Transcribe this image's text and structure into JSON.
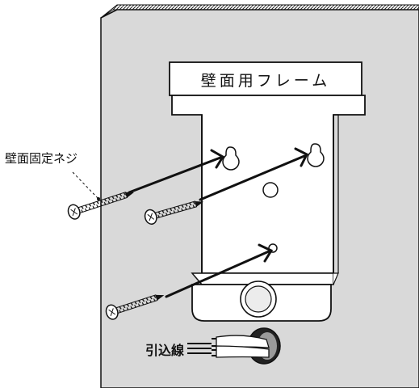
{
  "frame_title": "壁面用フレーム",
  "screw_label": "壁面固定ネジ",
  "cable_label": "引込線",
  "colors": {
    "wall": "#d9d9d9",
    "wall_top": "#555555",
    "frame": "#ffffff",
    "stroke": "#111111"
  }
}
